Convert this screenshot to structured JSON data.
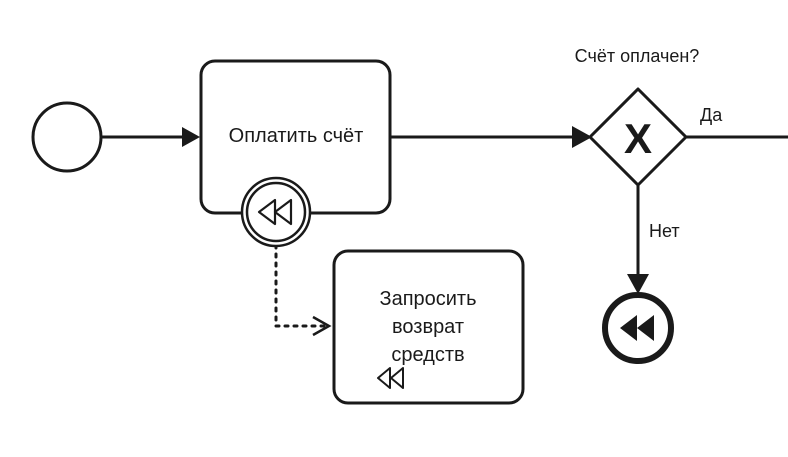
{
  "diagram": {
    "colors": {
      "stroke": "#1a1a1a",
      "fill": "#ffffff"
    },
    "elements": {
      "start_event": {
        "type": "start-event"
      },
      "task_pay": {
        "type": "task",
        "label": "Оплатить счёт"
      },
      "boundary_event": {
        "type": "boundary-compensation-event",
        "icon": "rewind-icon"
      },
      "task_refund": {
        "type": "compensation-task",
        "label_lines": [
          "Запросить",
          "возврат",
          "средств"
        ],
        "marker_icon": "rewind-icon"
      },
      "gateway": {
        "type": "exclusive-gateway",
        "marker": "X",
        "label": "Счёт оплачен?"
      },
      "end_event": {
        "type": "compensation-end-event",
        "icon": "rewind-filled-icon"
      }
    },
    "flows": {
      "start_to_pay": {
        "type": "sequence"
      },
      "pay_to_gateway": {
        "type": "sequence"
      },
      "gateway_yes": {
        "type": "sequence",
        "label": "Да"
      },
      "gateway_no": {
        "type": "sequence",
        "label": "Нет"
      },
      "compensation_assoc": {
        "type": "association-dotted"
      }
    }
  }
}
